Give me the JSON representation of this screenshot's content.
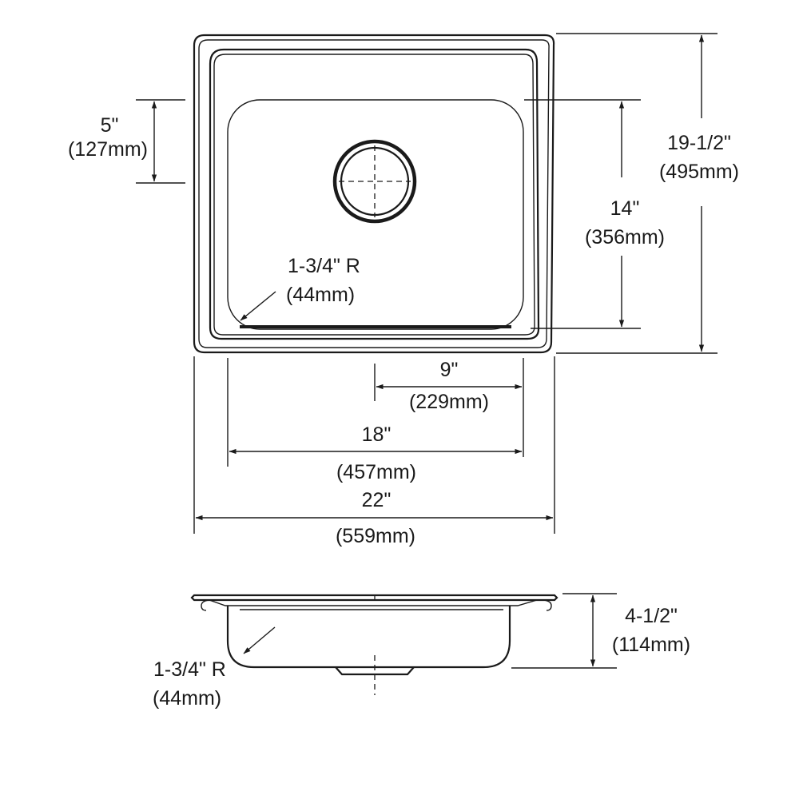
{
  "top_view": {
    "overall_width": {
      "imperial": "22\"",
      "metric": "(559mm)"
    },
    "overall_depth": {
      "imperial": "19-1/2\"",
      "metric": "(495mm)"
    },
    "bowl_width": {
      "imperial": "18\"",
      "metric": "(457mm)"
    },
    "bowl_depth": {
      "imperial": "14\"",
      "metric": "(356mm)"
    },
    "drain_offset_x": {
      "imperial": "9\"",
      "metric": "(229mm)"
    },
    "drain_offset_y": {
      "imperial": "5\"",
      "metric": "(127mm)"
    },
    "corner_radius": {
      "imperial": "1-3/4\" R",
      "metric": "(44mm)"
    }
  },
  "side_view": {
    "bowl_height": {
      "imperial": "4-1/2\"",
      "metric": "(114mm)"
    },
    "corner_radius": {
      "imperial": "1-3/4\" R",
      "metric": "(44mm)"
    }
  },
  "colors": {
    "line": "#1a1a1a",
    "background": "#ffffff"
  }
}
